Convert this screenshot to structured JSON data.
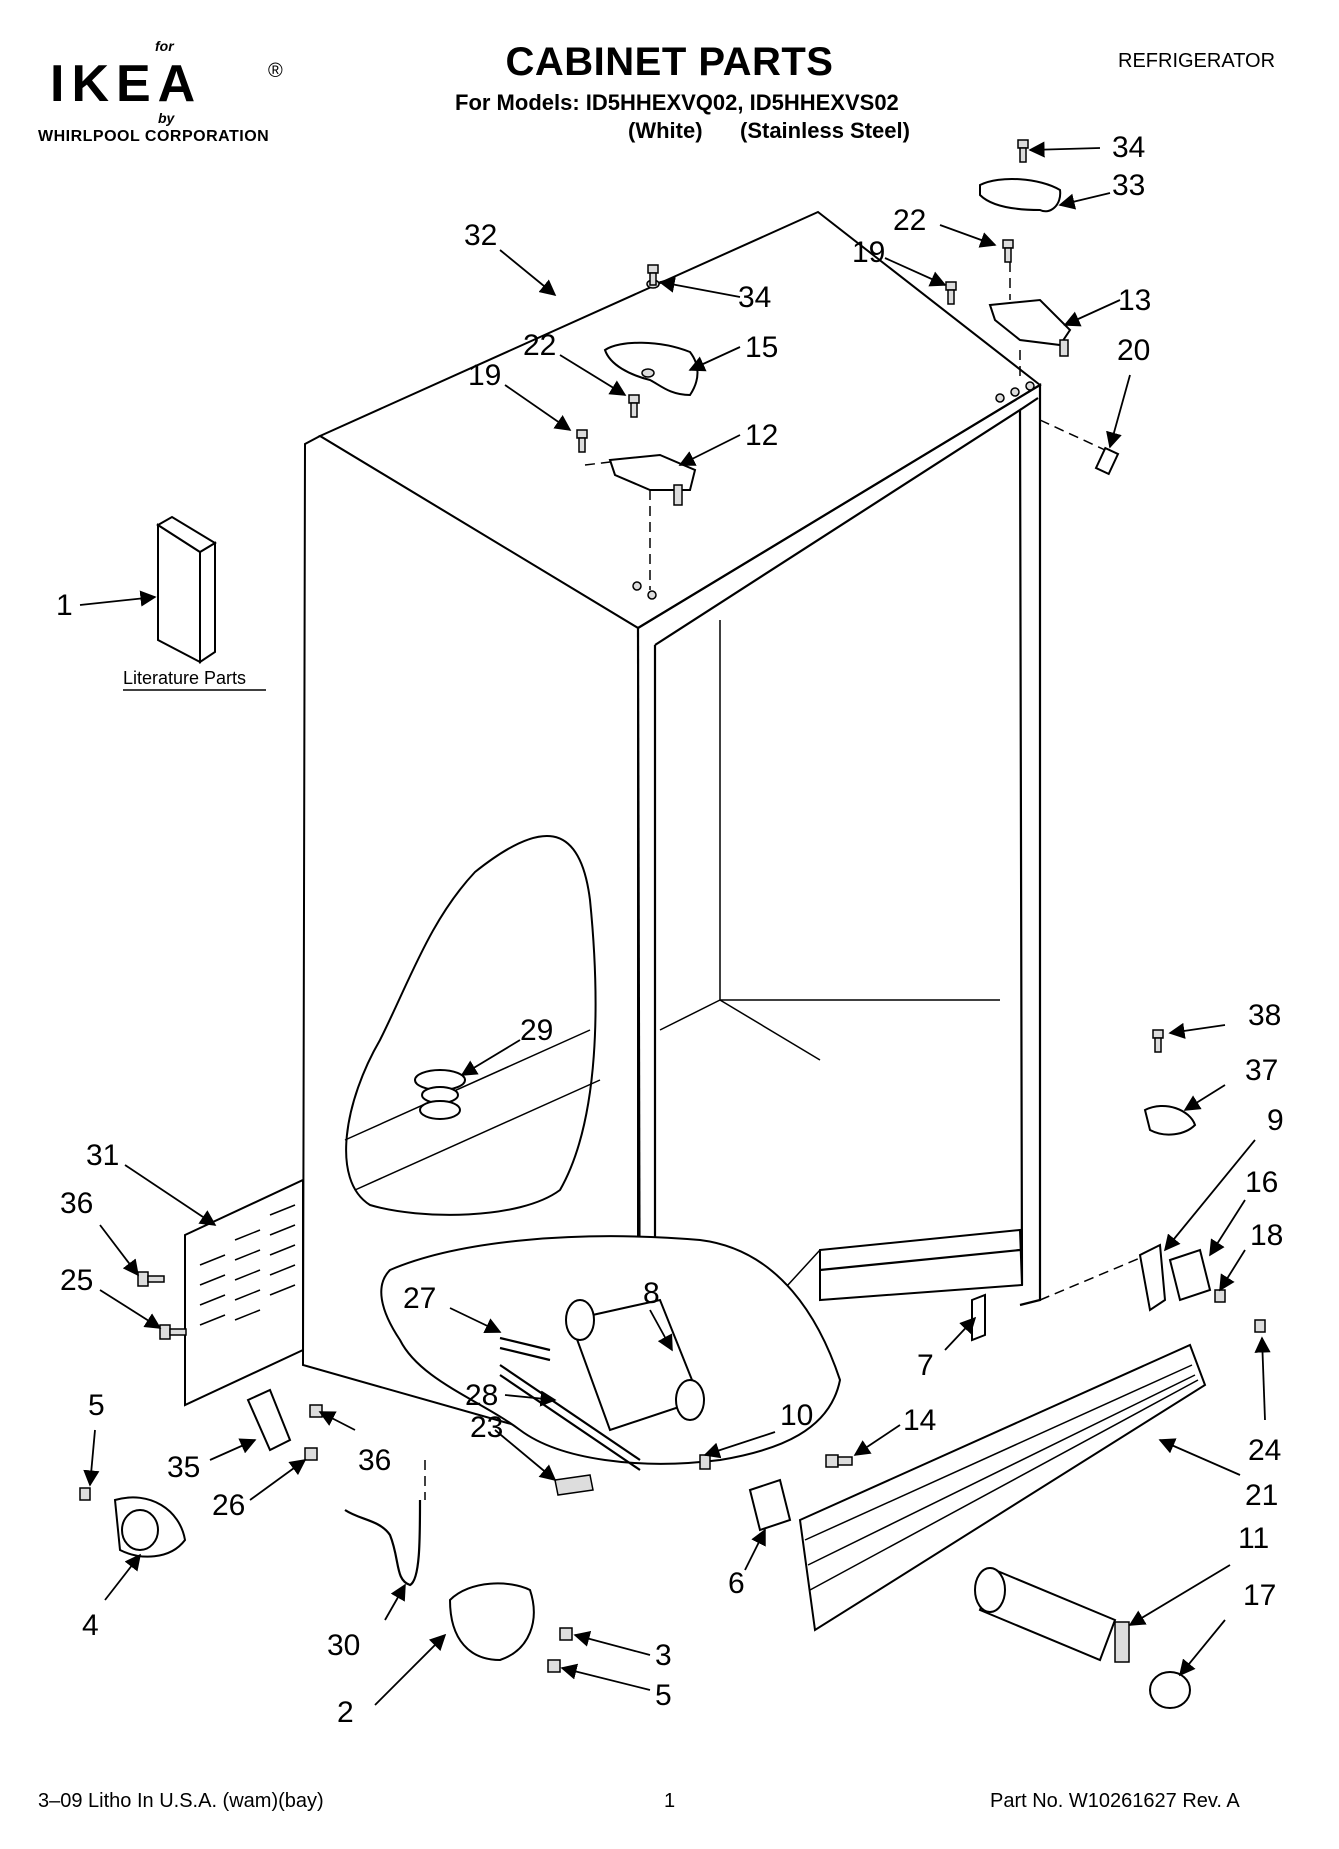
{
  "header": {
    "logo_for": "for",
    "logo_brand": "IKEA",
    "logo_registered": "®",
    "logo_by": "by",
    "logo_corporation": "WHIRLPOOL CORPORATION",
    "title": "CABINET PARTS",
    "models_line": "For Models: ID5HHEXVQ02, ID5HHEXVS02",
    "variant_white": "(White)",
    "variant_stainless": "(Stainless Steel)",
    "category": "REFRIGERATOR"
  },
  "diagram": {
    "literature_label": "Literature Parts",
    "callouts": [
      "1",
      "2",
      "3",
      "4",
      "5",
      "5",
      "6",
      "7",
      "8",
      "9",
      "10",
      "11",
      "12",
      "13",
      "14",
      "15",
      "16",
      "17",
      "18",
      "19",
      "19",
      "20",
      "21",
      "22",
      "22",
      "23",
      "24",
      "25",
      "26",
      "27",
      "28",
      "29",
      "30",
      "31",
      "32",
      "33",
      "34",
      "34",
      "35",
      "36",
      "36",
      "37",
      "38"
    ]
  },
  "footer": {
    "print_info": "3–09 Litho In U.S.A. (wam)(bay)",
    "page_number": "1",
    "part_number": "Part No. W10261627 Rev. A"
  }
}
